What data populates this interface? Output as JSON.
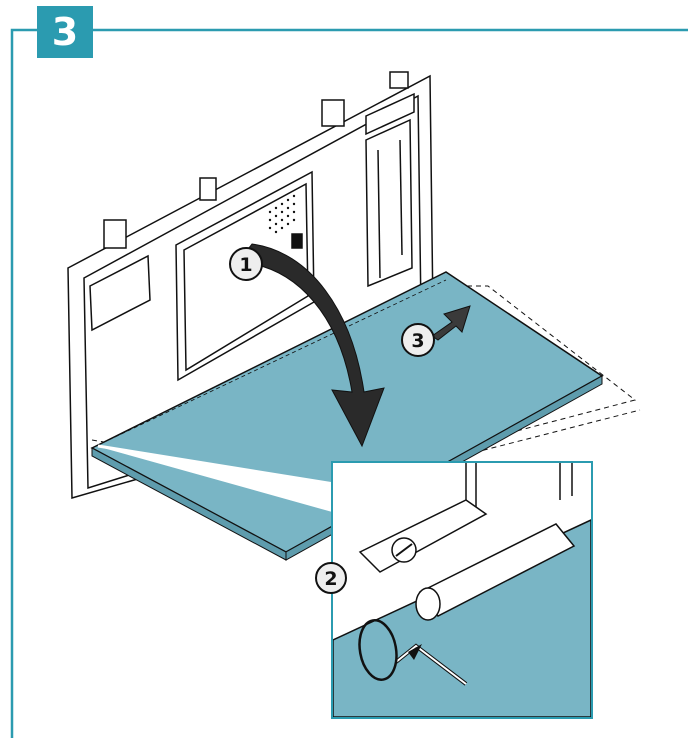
{
  "step": {
    "number": "3"
  },
  "callouts": [
    {
      "label": "1",
      "meaning": "fold-down"
    },
    {
      "label": "2",
      "meaning": "tighten-screw"
    },
    {
      "label": "3",
      "meaning": "push-back"
    }
  ],
  "colors": {
    "accent": "#2b9bb0",
    "panel": "#79b5c5",
    "line": "#111111",
    "callout_fill": "#eeeeee"
  }
}
